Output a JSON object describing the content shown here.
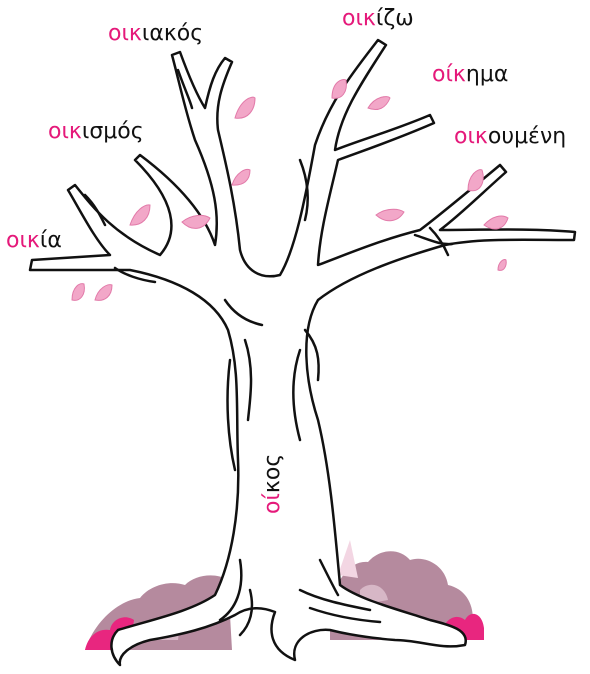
{
  "words": {
    "oikiakos": {
      "root": "οικ",
      "suffix": "ιακός"
    },
    "oikizo": {
      "root": "οικ",
      "suffix": "ίζω"
    },
    "oikima": {
      "root": "οίκ",
      "suffix": "ημα"
    },
    "oikismos": {
      "root": "οικ",
      "suffix": "ισμός"
    },
    "oikoumeni": {
      "root": "οικ",
      "suffix": "ουμένη"
    },
    "oikia": {
      "root": "οικ",
      "suffix": "ία"
    },
    "trunk": {
      "root": "οί",
      "suffix": "κος"
    }
  },
  "colors": {
    "root_text": "#e5197a",
    "leaf": "#f2a7c8",
    "leaf_dark": "#e27aa9",
    "bush": "#b58a9e",
    "bush_pink": "#e8267f",
    "outline": "#111111"
  },
  "icons": {
    "tree": "tree-icon",
    "leaf": "leaf-icon",
    "bush": "bush-icon"
  }
}
